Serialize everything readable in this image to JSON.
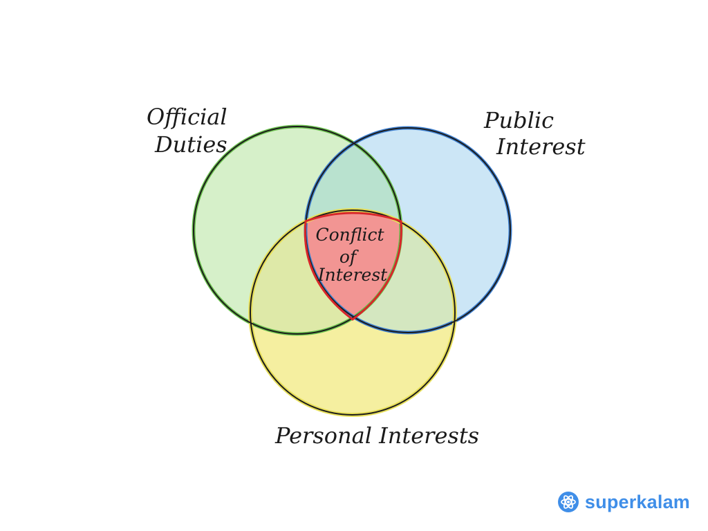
{
  "diagram": {
    "circles": {
      "official": {
        "label_line1": "Official",
        "label_line2": "Duties",
        "fill": "#cfedbf",
        "stroke": "#6ac14d"
      },
      "public": {
        "label_line1": "Public",
        "label_line2": "Interest",
        "fill": "#c3e2f4",
        "stroke": "#3d7fd0"
      },
      "personal": {
        "label": "Personal Interests",
        "fill": "#f5efa0",
        "stroke": "#e7df5a"
      }
    },
    "center": {
      "line1": "Conflict",
      "line2": "of",
      "line3": "Interest",
      "fill": "#f29593",
      "stroke": "#d8262a"
    }
  },
  "brand": {
    "name": "superkalam",
    "icon": "atom-icon",
    "color": "#3f8ee8"
  }
}
